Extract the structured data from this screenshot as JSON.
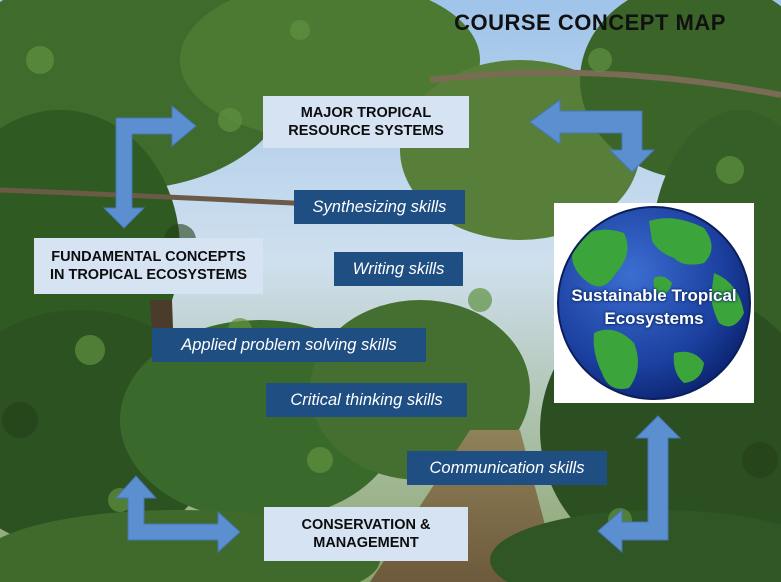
{
  "title": "COURSE CONCEPT MAP",
  "nodes": {
    "major_systems": "MAJOR TROPICAL\nRESOURCE SYSTEMS",
    "fundamental_concepts": "FUNDAMENTAL CONCEPTS\nIN TROPICAL ECOSYSTEMS",
    "conservation": "CONSERVATION &\nMANAGEMENT",
    "sustainable": "Sustainable Tropical\nEcosystems"
  },
  "skills": {
    "synthesizing": "Synthesizing skills",
    "writing": "Writing skills",
    "applied": "Applied problem solving skills",
    "critical": "Critical thinking skills",
    "communication": "Communication skills"
  },
  "colors": {
    "arrow": "#5b8fd0",
    "skill_box": "#1f4e82",
    "concept_box": "#d6e3f2",
    "globe_ocean": "#1b3f9e",
    "globe_land": "#3ba53b"
  }
}
